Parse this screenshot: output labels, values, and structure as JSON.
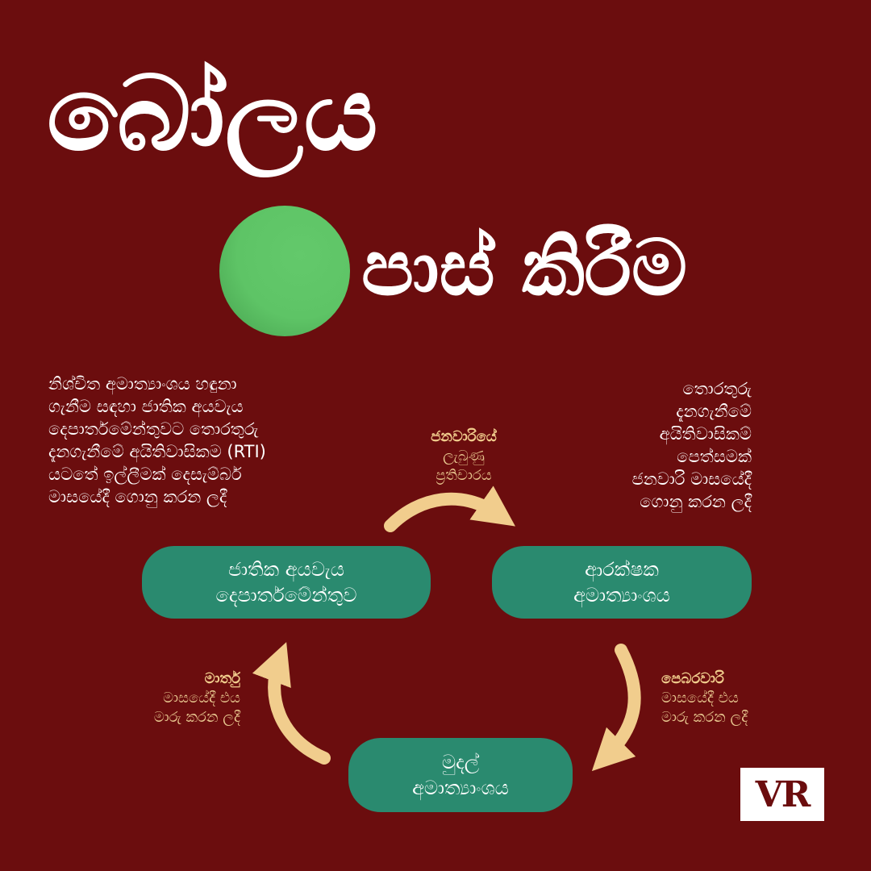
{
  "title": {
    "line1": "බෝලය",
    "line2": "පාස් කිරීම"
  },
  "description_left": [
    "නිශ්චිත අමාත්‍යාංශය හඳුනා",
    "ගැනීම සඳහා ජාතික අයවැය",
    "දෙපාර්තමේන්තුවට තොරතුරු",
    "දැනගැනීමේ අයිතිවාසිකම (RTI)",
    "යටතේ ඉල්ලීමක් දෙසැම්බර්",
    "මාසයේදී ගොනු කරන ලදී"
  ],
  "description_right": [
    "තොරතුරු",
    "දැනගැනීමේ",
    "අයිතිවාසිකම්",
    "පෙත්සමක්",
    "ජනවාරි මාසයේදී",
    "ගොනු කරන ලදී"
  ],
  "nodes": {
    "budget": [
      "ජාතික අයවැය",
      "දෙපාර්තමේන්තුව"
    ],
    "defence": [
      "ආරක්ෂක",
      "අමාත්‍යාංශය"
    ],
    "finance": [
      "මුදල්",
      "අමාත්‍යාංශය"
    ]
  },
  "labels": {
    "january": {
      "bold": "ජනවාරියේ",
      "lines": [
        "ලැබුණු",
        "ප්‍රතිචාරය"
      ]
    },
    "february": {
      "bold": "පෙබරවාරි",
      "lines": [
        "මාසයේදී එය",
        "මාරු කරන ලදී"
      ]
    },
    "march": {
      "bold": "මාර්තු",
      "lines": [
        "මාසයේදී එය",
        "මාරු කරන ලදී"
      ]
    }
  },
  "logo_text": "VR",
  "colors": {
    "background": "#6b0d0e",
    "pill": "#2a8a6f",
    "arrow": "#f1cd8d",
    "ball": "#5ec466",
    "text": "#ffffff"
  }
}
